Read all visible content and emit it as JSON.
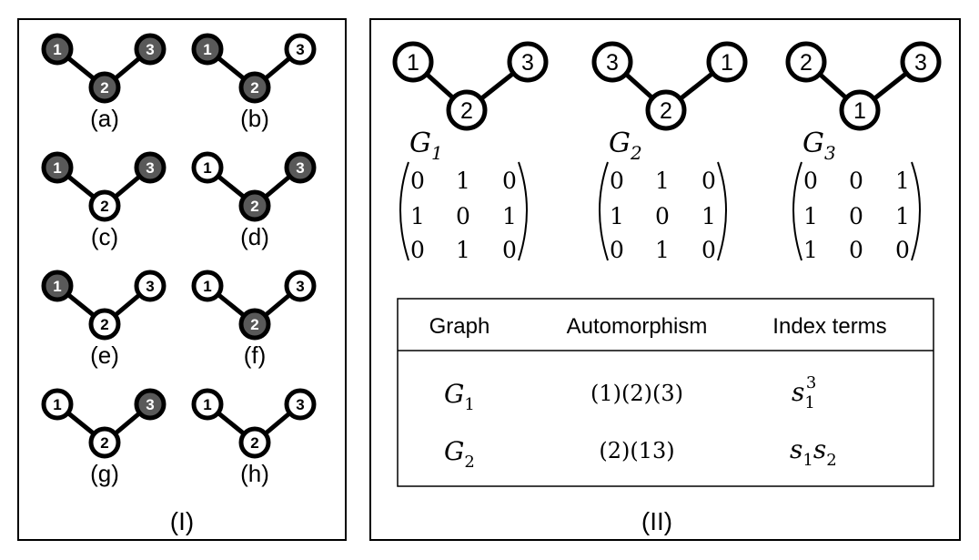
{
  "panel_i": {
    "label": "(I)",
    "colors": {
      "dark": "#595959",
      "light": "#ffffff"
    },
    "graphs": [
      {
        "label": "(a)",
        "node1": "1",
        "node2": "2",
        "node3": "3",
        "fill": [
          "dark",
          "dark",
          "dark"
        ]
      },
      {
        "label": "(b)",
        "node1": "1",
        "node2": "2",
        "node3": "3",
        "fill": [
          "dark",
          "dark",
          "light"
        ]
      },
      {
        "label": "(c)",
        "node1": "1",
        "node2": "2",
        "node3": "3",
        "fill": [
          "dark",
          "light",
          "dark"
        ]
      },
      {
        "label": "(d)",
        "node1": "1",
        "node2": "2",
        "node3": "3",
        "fill": [
          "light",
          "dark",
          "dark"
        ]
      },
      {
        "label": "(e)",
        "node1": "1",
        "node2": "2",
        "node3": "3",
        "fill": [
          "dark",
          "light",
          "light"
        ]
      },
      {
        "label": "(f)",
        "node1": "1",
        "node2": "2",
        "node3": "3",
        "fill": [
          "light",
          "dark",
          "light"
        ]
      },
      {
        "label": "(g)",
        "node1": "1",
        "node2": "2",
        "node3": "3",
        "fill": [
          "light",
          "light",
          "dark"
        ]
      },
      {
        "label": "(h)",
        "node1": "1",
        "node2": "2",
        "node3": "3",
        "fill": [
          "light",
          "light",
          "light"
        ]
      }
    ]
  },
  "panel_ii": {
    "label": "(II)",
    "graphs": [
      {
        "name": "G",
        "sub": "1",
        "left": "1",
        "center": "2",
        "right": "3",
        "matrix": [
          [
            "0",
            "1",
            "0"
          ],
          [
            "1",
            "0",
            "1"
          ],
          [
            "0",
            "1",
            "0"
          ]
        ]
      },
      {
        "name": "G",
        "sub": "2",
        "left": "3",
        "center": "2",
        "right": "1",
        "matrix": [
          [
            "0",
            "1",
            "0"
          ],
          [
            "1",
            "0",
            "1"
          ],
          [
            "0",
            "1",
            "0"
          ]
        ]
      },
      {
        "name": "G",
        "sub": "3",
        "left": "2",
        "center": "1",
        "right": "3",
        "matrix": [
          [
            "0",
            "0",
            "1"
          ],
          [
            "1",
            "0",
            "1"
          ],
          [
            "1",
            "0",
            "0"
          ]
        ]
      }
    ],
    "table": {
      "headers": [
        "Graph",
        "Automorphism",
        "Index terms"
      ],
      "rows": [
        {
          "graph": "G",
          "graph_sub": "1",
          "automorphism": "(1)(2)(3)",
          "term_base": "s",
          "term_sub": "1",
          "term_sup": "3"
        },
        {
          "graph": "G",
          "graph_sub": "2",
          "automorphism": "(2)(13)",
          "term_a": "s",
          "term_a_sub": "1",
          "term_b": "s",
          "term_b_sub": "2"
        }
      ]
    }
  }
}
